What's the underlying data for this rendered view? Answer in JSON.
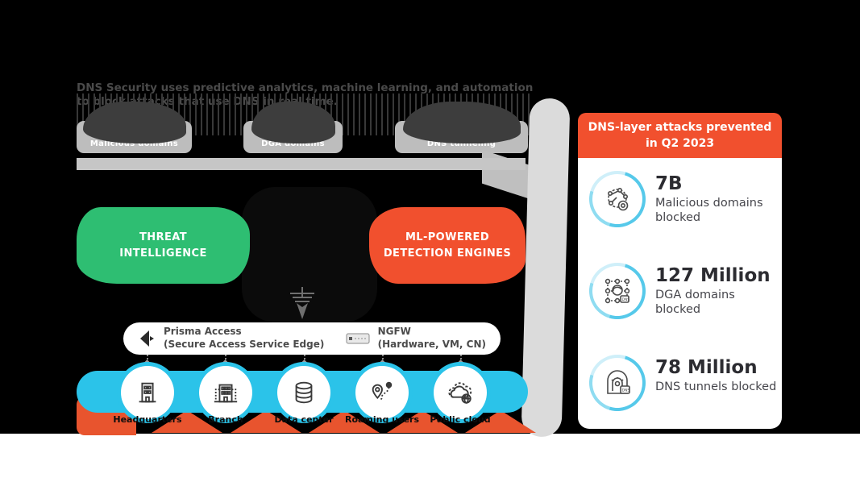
{
  "colors": {
    "background": "#000000",
    "accent_orange": "#F1502E",
    "accent_green": "#2EBE72",
    "accent_cyan": "#2BC3E9",
    "chip_gray": "#BDBDBD",
    "pipe_gray": "#DBDBDB"
  },
  "intro": {
    "line1": "DNS Security uses predictive analytics, machine learning, and automation",
    "line2": "to block attacks that use DNS in real time."
  },
  "threat_clouds": {
    "items": [
      {
        "label": "Malicious domains"
      },
      {
        "label": "DGA domains"
      },
      {
        "label": "DNS tunneling"
      }
    ]
  },
  "pipeline": {
    "threat_intelligence_line1": "THREAT",
    "threat_intelligence_line2": "INTELLIGENCE",
    "ml_engines_line1": "ML-POWERED",
    "ml_engines_line2": "DETECTION ENGINES"
  },
  "enforcement": {
    "prisma_title": "Prisma Access",
    "prisma_subtitle": "(Secure Access Service Edge)",
    "ngfw_title": "NGFW",
    "ngfw_subtitle": "(Hardware, VM, CN)"
  },
  "locations": {
    "items": [
      {
        "label": "Headquarters",
        "icon": "building-icon"
      },
      {
        "label": "Branch",
        "icon": "campus-icon"
      },
      {
        "label": "Data center",
        "icon": "database-icon"
      },
      {
        "label": "Roaming users",
        "icon": "roaming-pins-icon"
      },
      {
        "label": "Public cloud",
        "icon": "cloud-globe-icon"
      }
    ]
  },
  "stats_panel": {
    "title_line1": "DNS-layer attacks prevented",
    "title_line2": "in Q2 2023",
    "stats": [
      {
        "value": "7B",
        "label": "Malicious domains blocked",
        "icon": "globe-network-icon"
      },
      {
        "value": "127 Million",
        "label": "DGA domains blocked",
        "icon": "dga-network-icon"
      },
      {
        "value": "78 Million",
        "label": "DNS tunnels blocked",
        "icon": "dns-tunnel-icon"
      }
    ]
  }
}
